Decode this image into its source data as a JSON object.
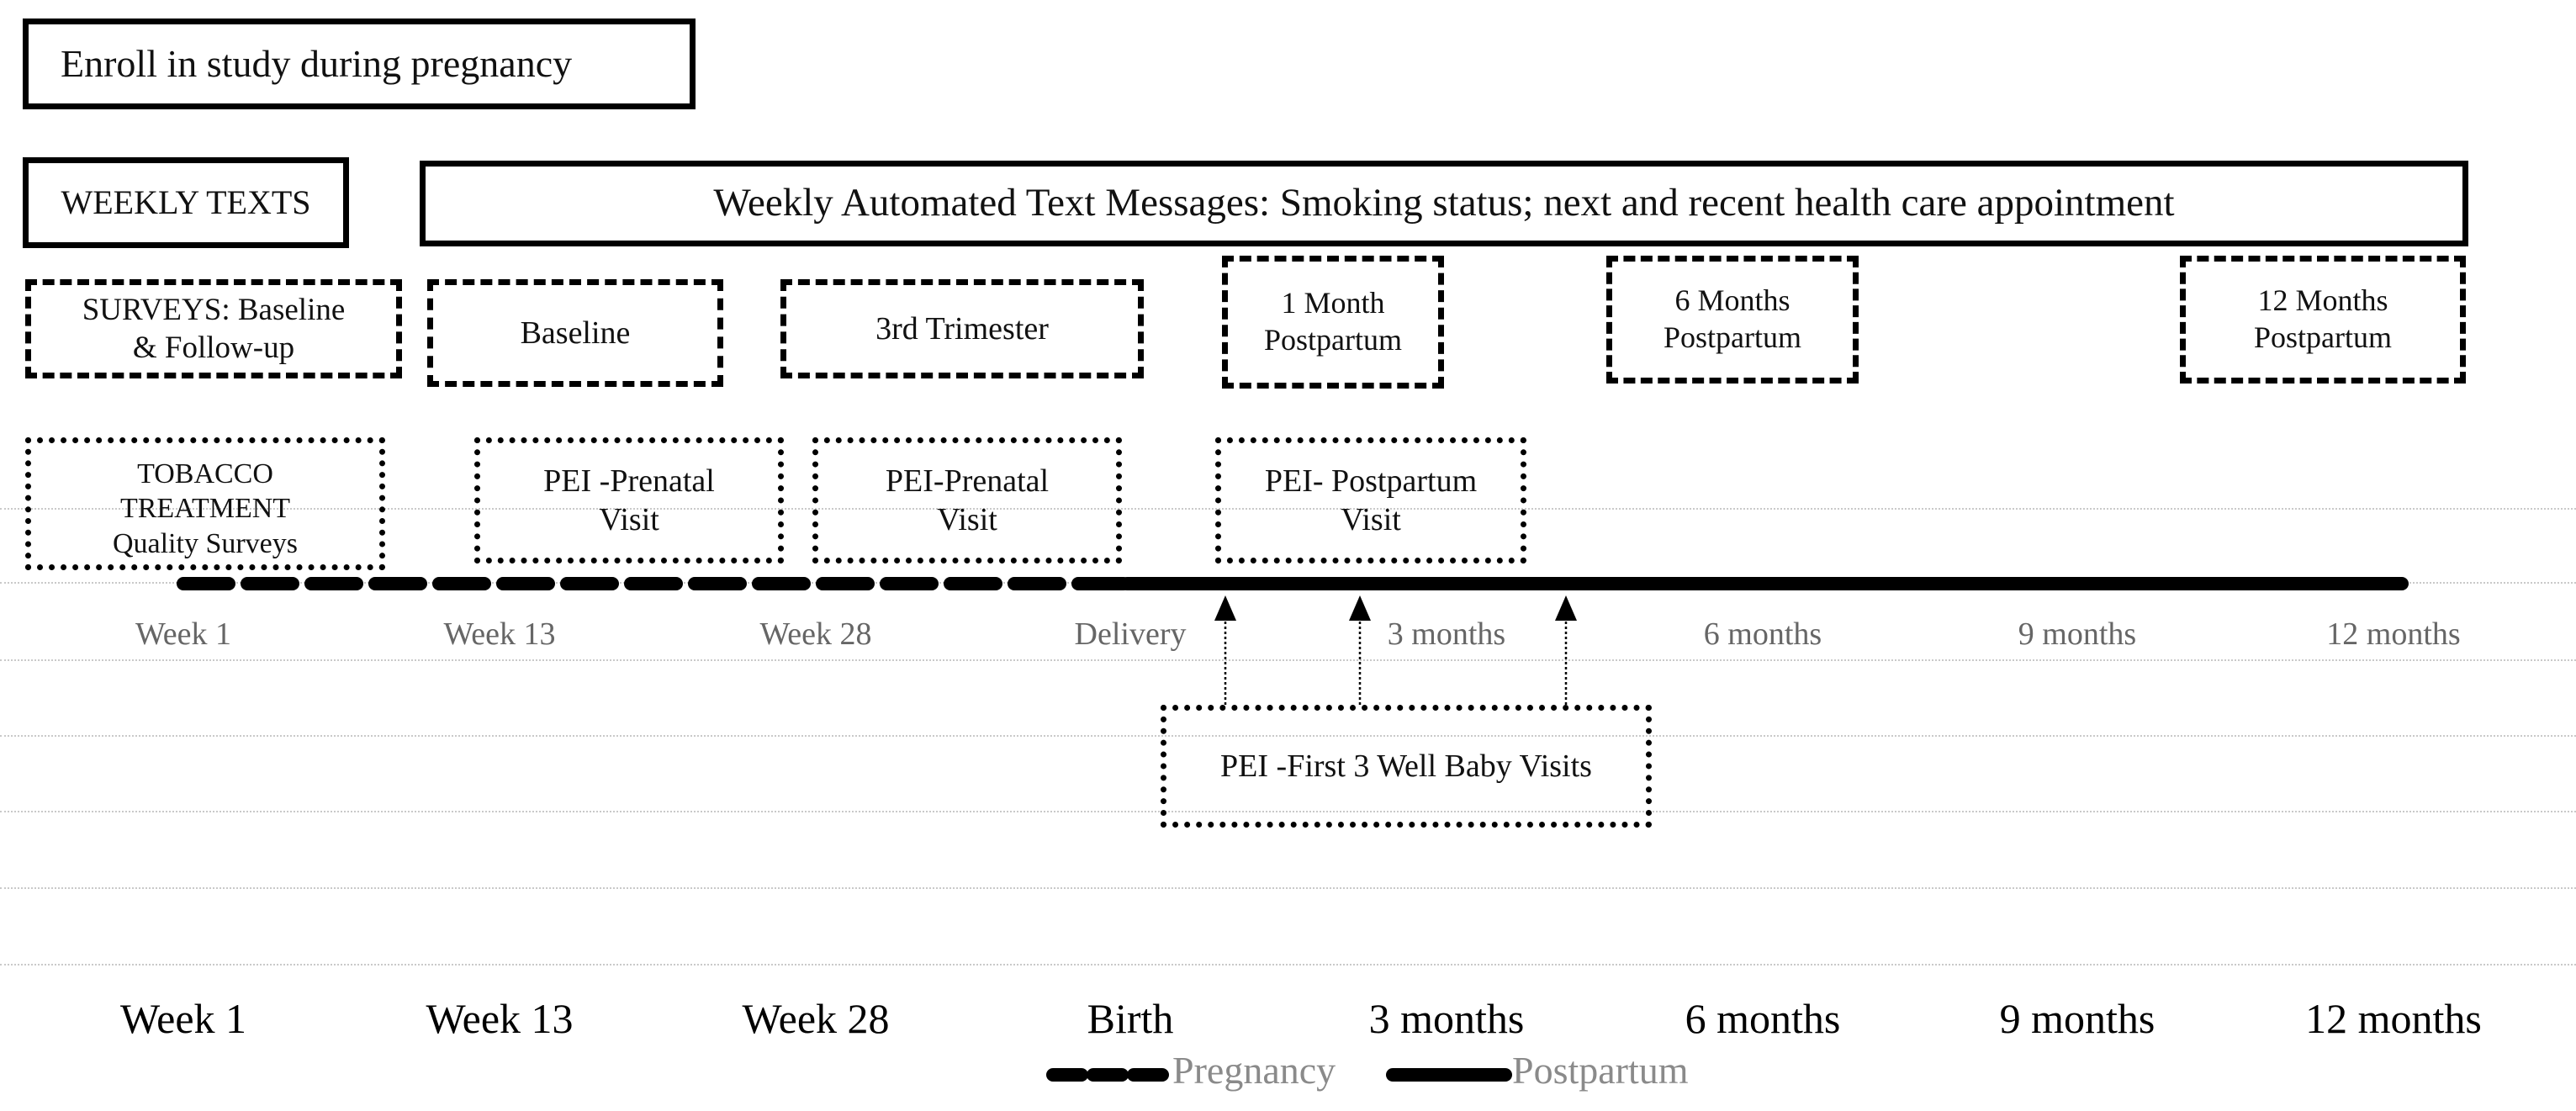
{
  "enroll": "Enroll in study during pregnancy",
  "weekly_texts_label": "WEEKLY TEXTS",
  "weekly_texts_desc": "Weekly Automated Text Messages: Smoking status; next and recent health care appointment",
  "surveys_label": "SURVEYS: Baseline\n& Follow-up",
  "survey_boxes": [
    "Baseline",
    "3rd Trimester",
    "1 Month\nPostpartum",
    "6 Months\nPostpartum",
    "12 Months\nPostpartum"
  ],
  "tobacco_label": "TOBACCO\nTREATMENT\nQuality Surveys",
  "pei_boxes": [
    "PEI -Prenatal\nVisit",
    "PEI-Prenatal\nVisit",
    "PEI- Postpartum\nVisit"
  ],
  "well_baby": "PEI -First 3 Well Baby Visits",
  "axis_upper": [
    "Week 1",
    "Week 13",
    "Week 28",
    "Delivery",
    "3 months",
    "6 months",
    "9 months",
    "12 months"
  ],
  "axis_lower": [
    "Week 1",
    "Week 13",
    "Week 28",
    "Birth",
    "3 months",
    "6 months",
    "9 months",
    "12 months"
  ],
  "legend": {
    "pregnancy": "Pregnancy",
    "postpartum": "Postpartum"
  }
}
